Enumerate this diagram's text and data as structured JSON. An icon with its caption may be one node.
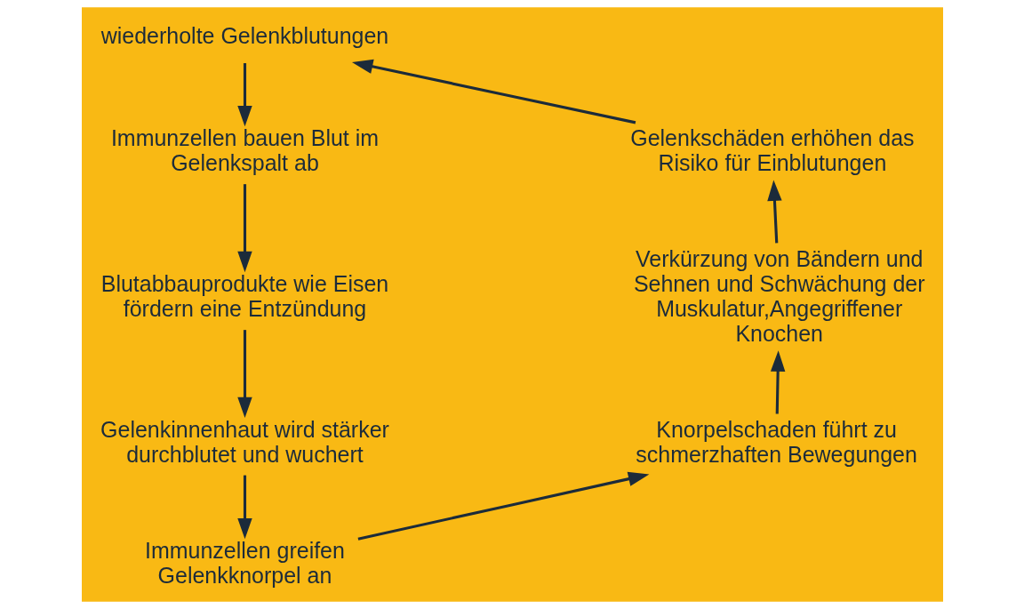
{
  "diagram": {
    "nodes": [
      {
        "text": [
          "wiederholte Gelenkblutungen"
        ]
      },
      {
        "text": [
          "Immunzellen bauen Blut im Gelenkspalt ab"
        ]
      },
      {
        "text": [
          "Blutabbauprodukte wie Eisen fördern eine Entzündung"
        ]
      },
      {
        "text": [
          "Gelenkinnenhaut wird stärker durchblutet und wuchert"
        ]
      },
      {
        "text": [
          "Immunzellen greifen Gelenkknorpel an"
        ]
      },
      {
        "text": [
          "Knorpelschaden führt zu schmerzhaften Bewegungen"
        ]
      },
      {
        "text": [
          "Verkürzung von Bändern und Sehnen und Schwächung der Muskulatur,Angegriffener Knochen"
        ]
      },
      {
        "text": [
          "Gelenkschäden erhöhen das Risiko für Einblutungen"
        ]
      }
    ],
    "edges": [
      {
        "from": 0,
        "to": 1,
        "arrow": "to"
      },
      {
        "from": 1,
        "to": 2,
        "arrow": "to"
      },
      {
        "from": 2,
        "to": 3,
        "arrow": "to"
      },
      {
        "from": 3,
        "to": 4,
        "arrow": "to"
      },
      {
        "from": 4,
        "to": 5,
        "arrow": "to"
      },
      {
        "from": 5,
        "to": 6,
        "arrow": "to"
      },
      {
        "from": 6,
        "to": 7,
        "arrow": "to"
      },
      {
        "from": 7,
        "to": 0,
        "arrow": "to"
      }
    ]
  }
}
